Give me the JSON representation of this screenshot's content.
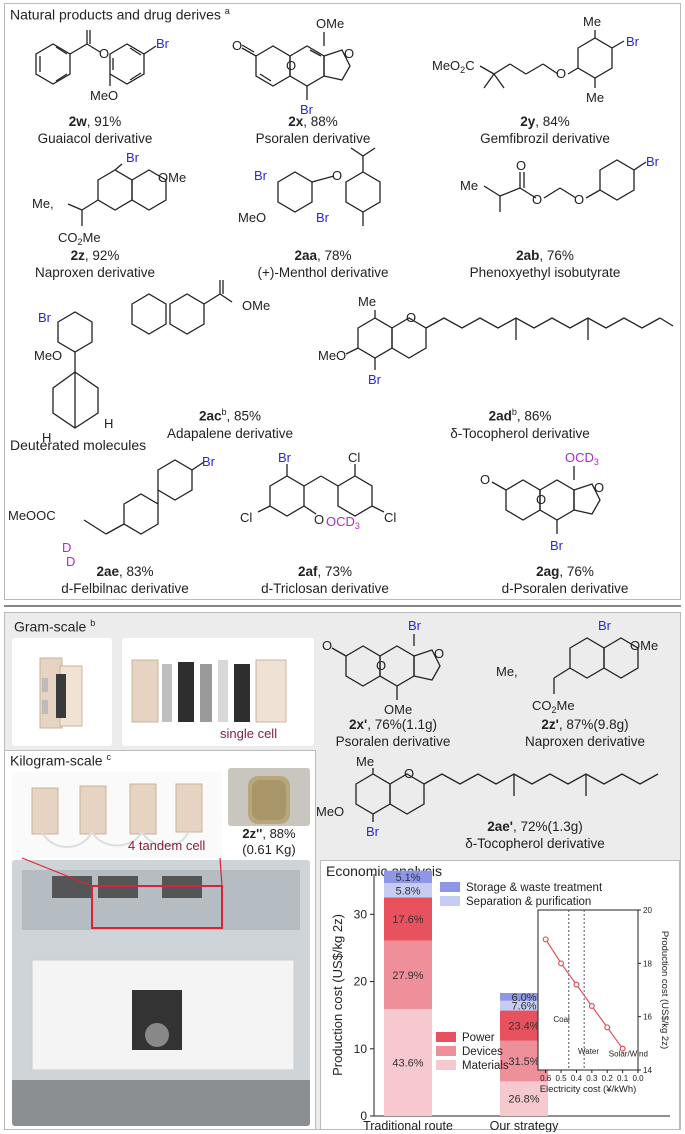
{
  "natural": {
    "title": "Natural products and drug derives",
    "sup": "a",
    "items": [
      {
        "id": "2w",
        "yield": "91%",
        "name": "Guaiacol derivative"
      },
      {
        "id": "2x",
        "yield": "88%",
        "name": "Psoralen derivative"
      },
      {
        "id": "2y",
        "yield": "84%",
        "name": "Gemfibrozil derivative"
      },
      {
        "id": "2z",
        "yield": "92%",
        "name": "Naproxen derivative"
      },
      {
        "id": "2aa",
        "yield": "78%",
        "name": "(+)-Menthol derivative"
      },
      {
        "id": "2ab",
        "yield": "76%",
        "name": "Phenoxyethyl isobutyrate"
      },
      {
        "id": "2ac",
        "sup": "b",
        "yield": "85%",
        "name": "Adapalene derivative"
      },
      {
        "id": "2ad",
        "sup": "b",
        "yield": "86%",
        "name": "δ-Tocopherol derivative"
      }
    ]
  },
  "deuterated": {
    "title": "Deuterated molecules",
    "items": [
      {
        "id": "2ae",
        "yield": "83%",
        "name": "d-Felbilnac derivative"
      },
      {
        "id": "2af",
        "yield": "73%",
        "name": "d-Triclosan derivative"
      },
      {
        "id": "2ag",
        "yield": "76%",
        "name": "d-Psoralen derivative"
      }
    ]
  },
  "atoms": {
    "br": "Br",
    "ome": "OMe",
    "meo": "MeO",
    "me": "Me",
    "o": "O",
    "cl": "Cl",
    "d": "D",
    "h": "H",
    "meo2c": "MeO",
    "co2me": "CO",
    "meooc": "MeOOC",
    "ocd3": "OCD",
    "me_comma": "Me,"
  },
  "gram": {
    "title": "Gram-scale",
    "sup": "b",
    "single_cell": "single cell",
    "items": [
      {
        "id": "2x'",
        "yield": "76%(1.1g)",
        "name": "Psoralen derivative"
      },
      {
        "id": "2z'",
        "yield": "87%(9.8g)",
        "name": "Naproxen derivative"
      },
      {
        "id": "2ae'",
        "yield": "72%(1.3g)",
        "name": "δ-Tocopherol derivative"
      }
    ]
  },
  "kilogram": {
    "title": "Kilogram-scale",
    "sup": "c",
    "tandem": "4 tandem cell",
    "product_id": "2z''",
    "product_yield": "88%",
    "product_mass": "(0.61 Kg)"
  },
  "economic": {
    "title": "Economic analysis"
  },
  "colors": {
    "materials": "#f6c9cf",
    "devices": "#ee8f99",
    "power": "#e8525e",
    "separation": "#c7cdf2",
    "storage": "#8e96e8",
    "line": "#e0505a"
  },
  "chart_data": [
    {
      "type": "bar",
      "stacked": true,
      "ylabel": "Production cost (US$/kg 2z)",
      "ylim": [
        0,
        36
      ],
      "yticks": [
        0,
        10,
        20,
        30
      ],
      "categories": [
        "Traditional route",
        "Our strategy"
      ],
      "totals": [
        36.5,
        19.2
      ],
      "series": [
        {
          "name": "Materials",
          "percent": [
            43.6,
            26.8
          ]
        },
        {
          "name": "Devices",
          "percent": [
            27.9,
            31.5
          ]
        },
        {
          "name": "Power",
          "percent": [
            17.6,
            23.4
          ]
        },
        {
          "name": "Separation & purification",
          "percent": [
            5.8,
            7.6
          ]
        },
        {
          "name": "Storage & waste treatment",
          "percent": [
            5.1,
            6.0
          ]
        }
      ],
      "percent_labels": [
        [
          "43.6%",
          "27.9%",
          "17.6%",
          "5.8%",
          "5.1%"
        ],
        [
          "26.8%",
          "31.5%",
          "23.4%",
          "7.6%",
          "6.0%"
        ]
      ]
    },
    {
      "type": "line",
      "xlabel": "Electricity cost (¥/kWh)",
      "ylabel": "Production cost (US$/kg 2z)",
      "x": [
        0.6,
        0.5,
        0.4,
        0.3,
        0.2,
        0.1
      ],
      "y": [
        18.9,
        18.0,
        17.2,
        16.4,
        15.6,
        14.8
      ],
      "xticks": [
        "0.6",
        "0.5",
        "0.4",
        "0.3",
        "0.2",
        "0.1",
        "0.0"
      ],
      "yticks": [
        "14",
        "16",
        "18",
        "20"
      ],
      "xlim": [
        0.65,
        0.0
      ],
      "ylim": [
        14,
        20
      ],
      "regions": [
        "Coal",
        "Water",
        "Solar/Wind"
      ]
    }
  ]
}
